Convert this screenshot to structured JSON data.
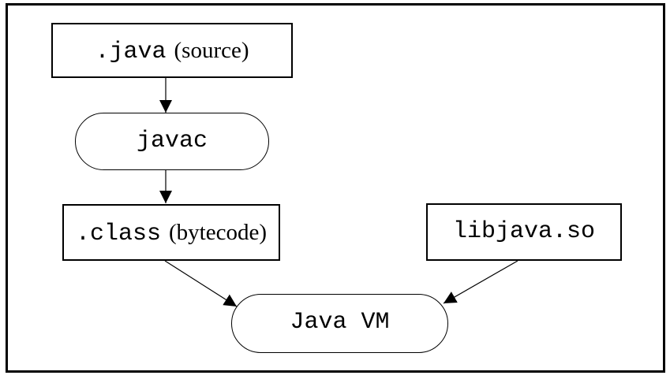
{
  "figure": {
    "description": "Java compilation and execution flow diagram",
    "colors": {
      "stroke": "#000000",
      "background": "#ffffff"
    }
  },
  "nodes": {
    "java_source": {
      "code": ".java",
      "note": "(source)",
      "shape": "rectangle"
    },
    "javac": {
      "code": "javac",
      "shape": "rounded"
    },
    "class_bytecode": {
      "code": ".class",
      "note": "(bytecode)",
      "shape": "rectangle"
    },
    "libjava_so": {
      "code": "libjava.so",
      "shape": "rectangle"
    },
    "java_vm": {
      "code": "Java VM",
      "shape": "rounded"
    }
  },
  "edges": [
    {
      "from": "java_source",
      "to": "javac",
      "style": "arrow"
    },
    {
      "from": "javac",
      "to": "class_bytecode",
      "style": "arrow"
    },
    {
      "from": "class_bytecode",
      "to": "java_vm",
      "style": "arrow"
    },
    {
      "from": "libjava_so",
      "to": "java_vm",
      "style": "arrow"
    }
  ]
}
